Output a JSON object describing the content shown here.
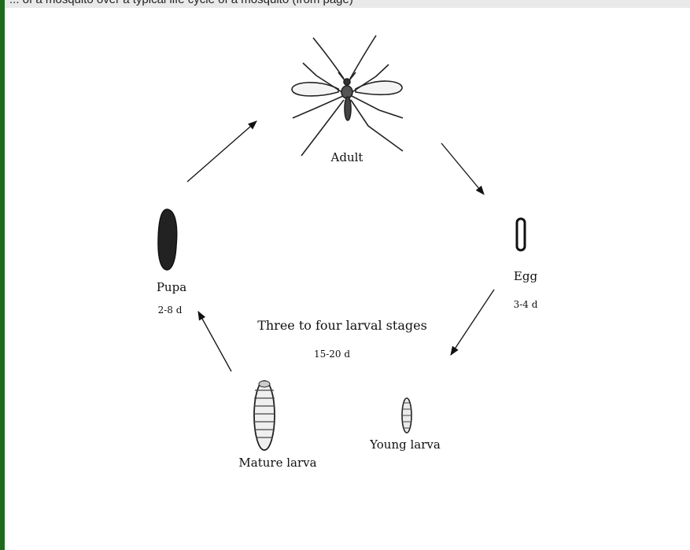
{
  "top_strip_text": "... of a mosquito over a typical life cycle of a mosquito (from page)",
  "diagram": {
    "stages": {
      "adult": "Adult",
      "egg": "Egg",
      "egg_duration": "3-4 d",
      "young_larva": "Young larva",
      "mature_larva": "Mature larva",
      "pupa": "Pupa",
      "pupa_duration": "2-8 d"
    },
    "center": {
      "caption": "Three to four larval stages",
      "duration": "15-20 d"
    }
  }
}
